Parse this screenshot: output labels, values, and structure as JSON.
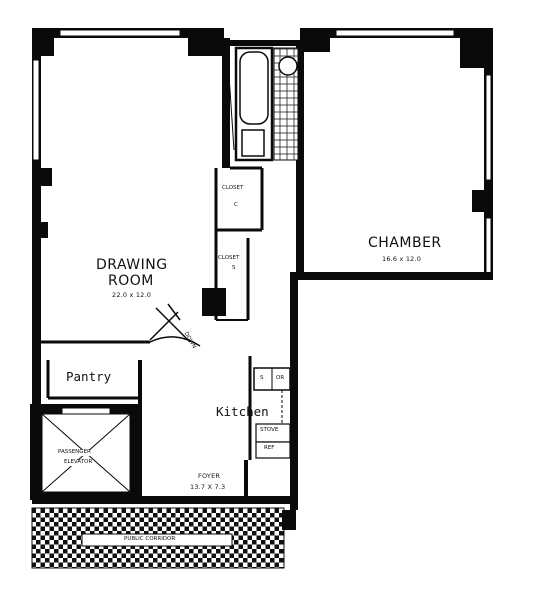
{
  "rooms": {
    "drawing_room": {
      "name_line1": "DRAWING",
      "name_line2": "ROOM",
      "dims": "22.0 x 12.0"
    },
    "chamber": {
      "name": "CHAMBER",
      "dims": "16.6 x 12.0"
    },
    "pantry": {
      "name": "Pantry"
    },
    "kitchen": {
      "name": "Kitchen"
    },
    "foyer": {
      "name": "FOYER",
      "dims": "13.7 X 7.3"
    },
    "closet_upper": {
      "name": "CLOSET",
      "mark": "C"
    },
    "closet_lower": {
      "name": "CLOSET",
      "mark": "S"
    },
    "elevator": {
      "line1": "PASSENGER",
      "line2": "ELEVATOR"
    },
    "corridor": {
      "name": "PUBLIC CORRIDOR"
    },
    "door_note": "DOWN"
  },
  "fixtures": {
    "sink": "S",
    "range": "OR",
    "stove": "STOVE",
    "ref": "REF"
  },
  "colors": {
    "wall": "#0a0a0a",
    "background": "#ffffff",
    "tile": "#1a1a1a"
  }
}
